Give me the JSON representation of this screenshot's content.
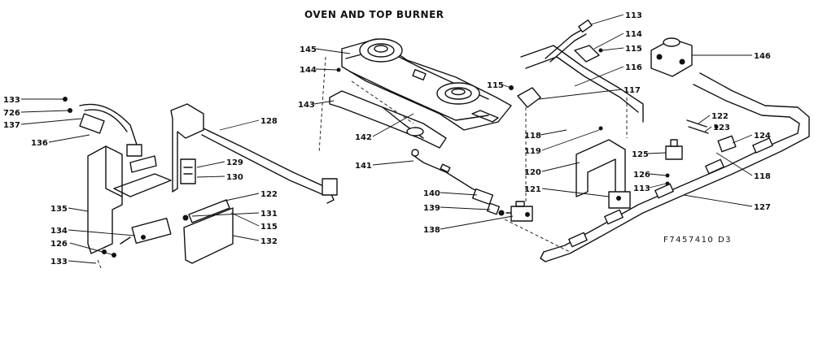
{
  "title": "OVEN AND TOP BURNER",
  "drawing_code": "F7457410 D3",
  "callouts": [
    "113",
    "114",
    "115",
    "116",
    "117",
    "115",
    "146",
    "145",
    "144",
    "143",
    "142",
    "141",
    "140",
    "139",
    "138",
    "118",
    "119",
    "120",
    "121",
    "122",
    "123",
    "124",
    "125",
    "126",
    "113",
    "118",
    "127",
    "128",
    "129",
    "130",
    "122",
    "131",
    "115",
    "132",
    "133",
    "726",
    "137",
    "136",
    "135",
    "134",
    "126",
    "133"
  ]
}
